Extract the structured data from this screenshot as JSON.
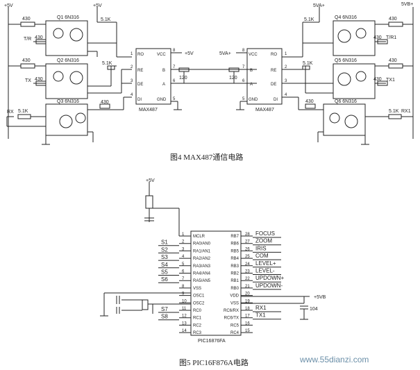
{
  "fig4": {
    "caption": "图4  MAX487通信电路",
    "ic_left": {
      "name": "MAX487",
      "pins_left": [
        "RO",
        "RE",
        "DE",
        "DI"
      ],
      "pins_right": [
        "VCC",
        "B",
        "A",
        "GND"
      ],
      "num_left": [
        "1",
        "2",
        "3",
        "4"
      ],
      "num_right": [
        "8",
        "7",
        "6",
        "5"
      ],
      "vcc_net": "+5V"
    },
    "ic_right": {
      "name": "MAX487",
      "pins_left": [
        "VCC",
        "B",
        "A",
        "GND"
      ],
      "pins_right": [
        "RO",
        "RE",
        "DE",
        "DI"
      ],
      "num_left": [
        "8",
        "7",
        "6",
        "5"
      ],
      "num_right": [
        "1",
        "2",
        "3",
        "4"
      ],
      "vcc_net": "5VA+"
    },
    "resistors": [
      "430",
      "430",
      "430",
      "5.1K",
      "5.1K",
      "5.1K",
      "430",
      "120",
      "120"
    ],
    "optos": [
      "Q1 6N316",
      "Q2 6N316",
      "Q3 6N316",
      "Q4 6N316",
      "Q5 6N316",
      "Q6 6N316"
    ],
    "signals_left": [
      "T/R",
      "TX",
      "RX"
    ],
    "signals_right": [
      "T/R1",
      "TX1",
      "RX1"
    ],
    "supplies": [
      "+5V",
      "+5V",
      "5VA+",
      "5VB+"
    ]
  },
  "fig5": {
    "caption": "图5  PIC16F876A电路",
    "chip": "PIC16876FA",
    "supply": "+5V",
    "vdd_net": "+5VB",
    "cap": "104",
    "left_pins": [
      {
        "num": "1",
        "name": "MCLR",
        "sig": ""
      },
      {
        "num": "2",
        "name": "RA0/AN0",
        "sig": "S1"
      },
      {
        "num": "3",
        "name": "RA1/AN1",
        "sig": "S2"
      },
      {
        "num": "4",
        "name": "RA2/AN2",
        "sig": "S3"
      },
      {
        "num": "5",
        "name": "RA3/AN3",
        "sig": "S4"
      },
      {
        "num": "6",
        "name": "RA4/AN4",
        "sig": "S5"
      },
      {
        "num": "7",
        "name": "RA5/AN5",
        "sig": "S6"
      },
      {
        "num": "8",
        "name": "VSS",
        "sig": ""
      },
      {
        "num": "9",
        "name": "OSC1",
        "sig": ""
      },
      {
        "num": "10",
        "name": "OSC2",
        "sig": ""
      },
      {
        "num": "11",
        "name": "RC0",
        "sig": "S7"
      },
      {
        "num": "12",
        "name": "RC1",
        "sig": "S8"
      },
      {
        "num": "13",
        "name": "RC2",
        "sig": ""
      },
      {
        "num": "14",
        "name": "RC3",
        "sig": ""
      }
    ],
    "right_pins": [
      {
        "num": "28",
        "name": "RB7",
        "sig": "FOCUS"
      },
      {
        "num": "27",
        "name": "RB6",
        "sig": "ZOOM"
      },
      {
        "num": "26",
        "name": "RB5",
        "sig": "IRIS"
      },
      {
        "num": "25",
        "name": "RB4",
        "sig": "COM"
      },
      {
        "num": "24",
        "name": "RB3",
        "sig": "LEVEL+"
      },
      {
        "num": "23",
        "name": "RB2",
        "sig": "LEVEL-"
      },
      {
        "num": "22",
        "name": "RB1",
        "sig": "UPDOWN+"
      },
      {
        "num": "21",
        "name": "RB0",
        "sig": "UPDOWN-"
      },
      {
        "num": "20",
        "name": "VDD",
        "sig": ""
      },
      {
        "num": "19",
        "name": "VSS",
        "sig": ""
      },
      {
        "num": "18",
        "name": "RC6/RX",
        "sig": "RX1"
      },
      {
        "num": "17",
        "name": "RC6/TX",
        "sig": "TX1"
      },
      {
        "num": "16",
        "name": "RC5",
        "sig": ""
      },
      {
        "num": "15",
        "name": "RC4",
        "sig": ""
      }
    ]
  },
  "watermark": "www.55dianzi.com"
}
